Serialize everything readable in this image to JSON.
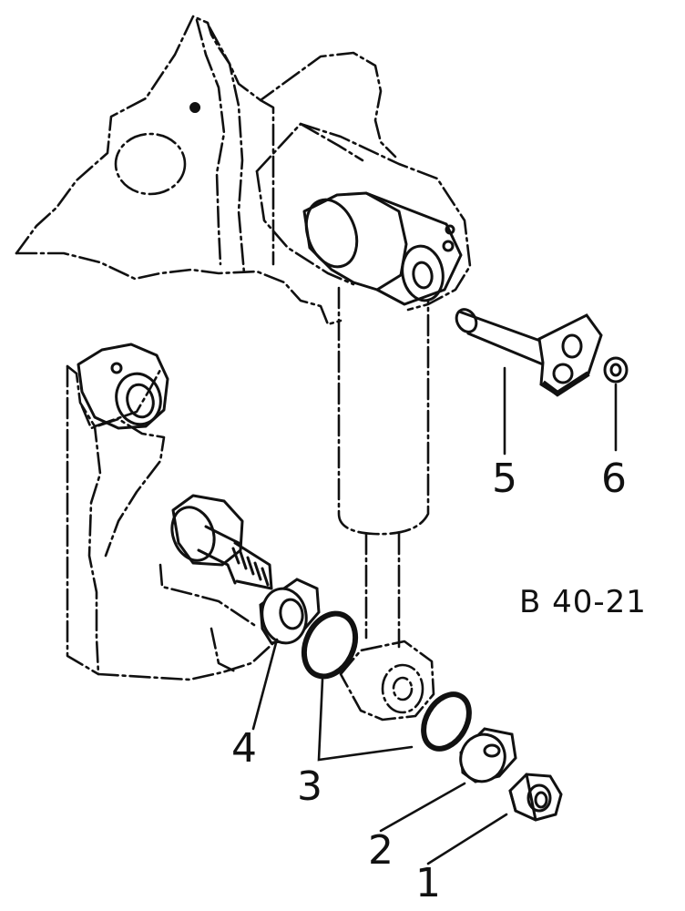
{
  "figure_ref": "B 40-21",
  "callouts": {
    "c1": "1",
    "c2": "2",
    "c3": "3",
    "c4": "4",
    "c5": "5",
    "c6": "6"
  }
}
